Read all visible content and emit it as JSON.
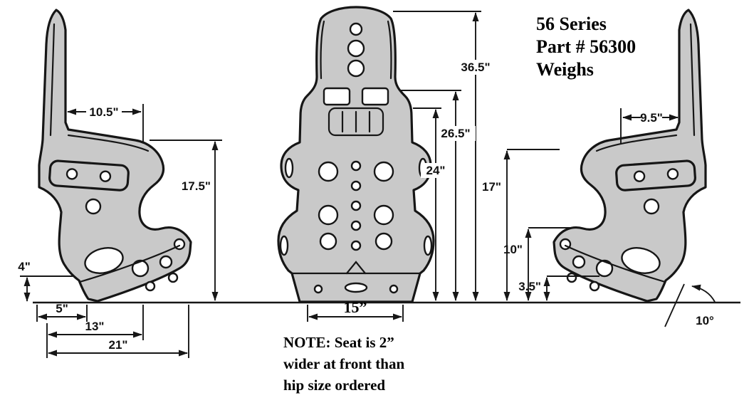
{
  "meta": {
    "background_color": "#ffffff",
    "line_color": "#161616",
    "seat_fill_color": "#c9c9c9"
  },
  "title": {
    "line1": "56 Series",
    "line2": "Part # 56300",
    "line3": "Weighs"
  },
  "note": {
    "line1": "NOTE:  Seat is 2”",
    "line2": "wider at front than",
    "line3": "hip size ordered"
  },
  "dimensions": {
    "left_view": {
      "top_width": "10.5\"",
      "back_height": "17.5\"",
      "front_lip_height": "4\"",
      "base_front": "5\"",
      "base_mid": "13\"",
      "base_total": "21\""
    },
    "front_view": {
      "seat_width": "15”",
      "overall_height": "36.5\"",
      "shoulder_height": "26.5\"",
      "back_height": "24\""
    },
    "right_view": {
      "top_width": "9.5\"",
      "hip_height": "17\"",
      "mid_height": "10\"",
      "base_height": "3.5\"",
      "base_angle": "10°"
    }
  }
}
